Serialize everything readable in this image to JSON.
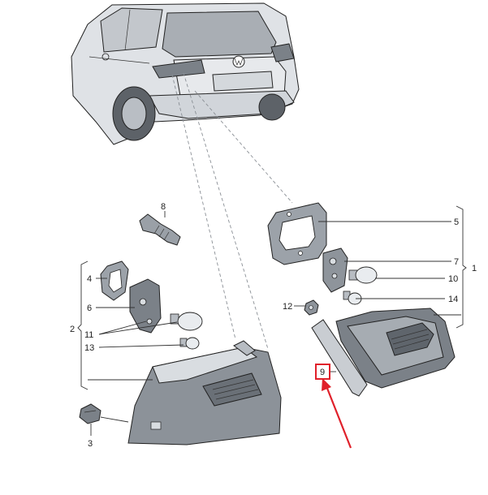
{
  "callouts": {
    "c1": "1",
    "c2": "2",
    "c3": "3",
    "c4": "4",
    "c5": "5",
    "c6": "6",
    "c7": "7",
    "c8": "8",
    "c9": "9",
    "c10": "10",
    "c11": "11",
    "c12": "12",
    "c13": "13",
    "c14": "14"
  },
  "highlight": {
    "callout": "9",
    "color": "#e0212b"
  },
  "colors": {
    "part_fill": "#cfd3d8",
    "lamp_dark": "#7b8188",
    "lamp_light": "#d9dde1",
    "leader": "#333333",
    "arrow": "#e0212b"
  }
}
